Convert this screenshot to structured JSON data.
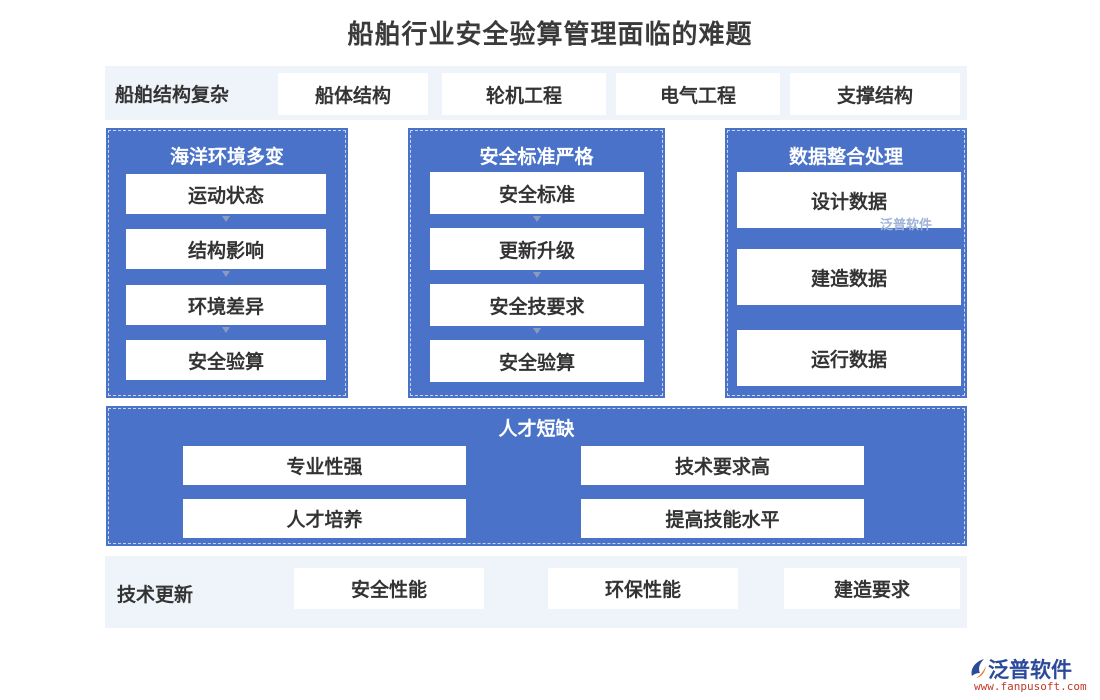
{
  "title": "船舶行业安全验算管理面临的难题",
  "structure": {
    "label": "船舶结构复杂",
    "items": [
      "船体结构",
      "轮机工程",
      "电气工程",
      "支撑结构"
    ]
  },
  "panels": [
    {
      "title": "海洋环境多变",
      "items": [
        "运动状态",
        "结构影响",
        "环境差异",
        "安全验算"
      ]
    },
    {
      "title": "安全标准严格",
      "items": [
        "安全标准",
        "更新升级",
        "安全技要求",
        "安全验算"
      ]
    },
    {
      "title": "数据整合处理",
      "items": [
        "设计数据",
        "建造数据",
        "运行数据"
      ]
    }
  ],
  "talent": {
    "title": "人才短缺",
    "items": [
      "专业性强",
      "技术要求高",
      "人才培养",
      "提高技能水平"
    ]
  },
  "tech": {
    "label": "技术更新",
    "items": [
      "安全性能",
      "环保性能",
      "建造要求"
    ]
  },
  "watermark": "泛普软件",
  "logo": {
    "name": "泛普软件",
    "url": "www.fanpusoft.com"
  },
  "colors": {
    "panel": "#4a72c9",
    "band": "#eef4f9",
    "logo": "#2c4a9a"
  }
}
